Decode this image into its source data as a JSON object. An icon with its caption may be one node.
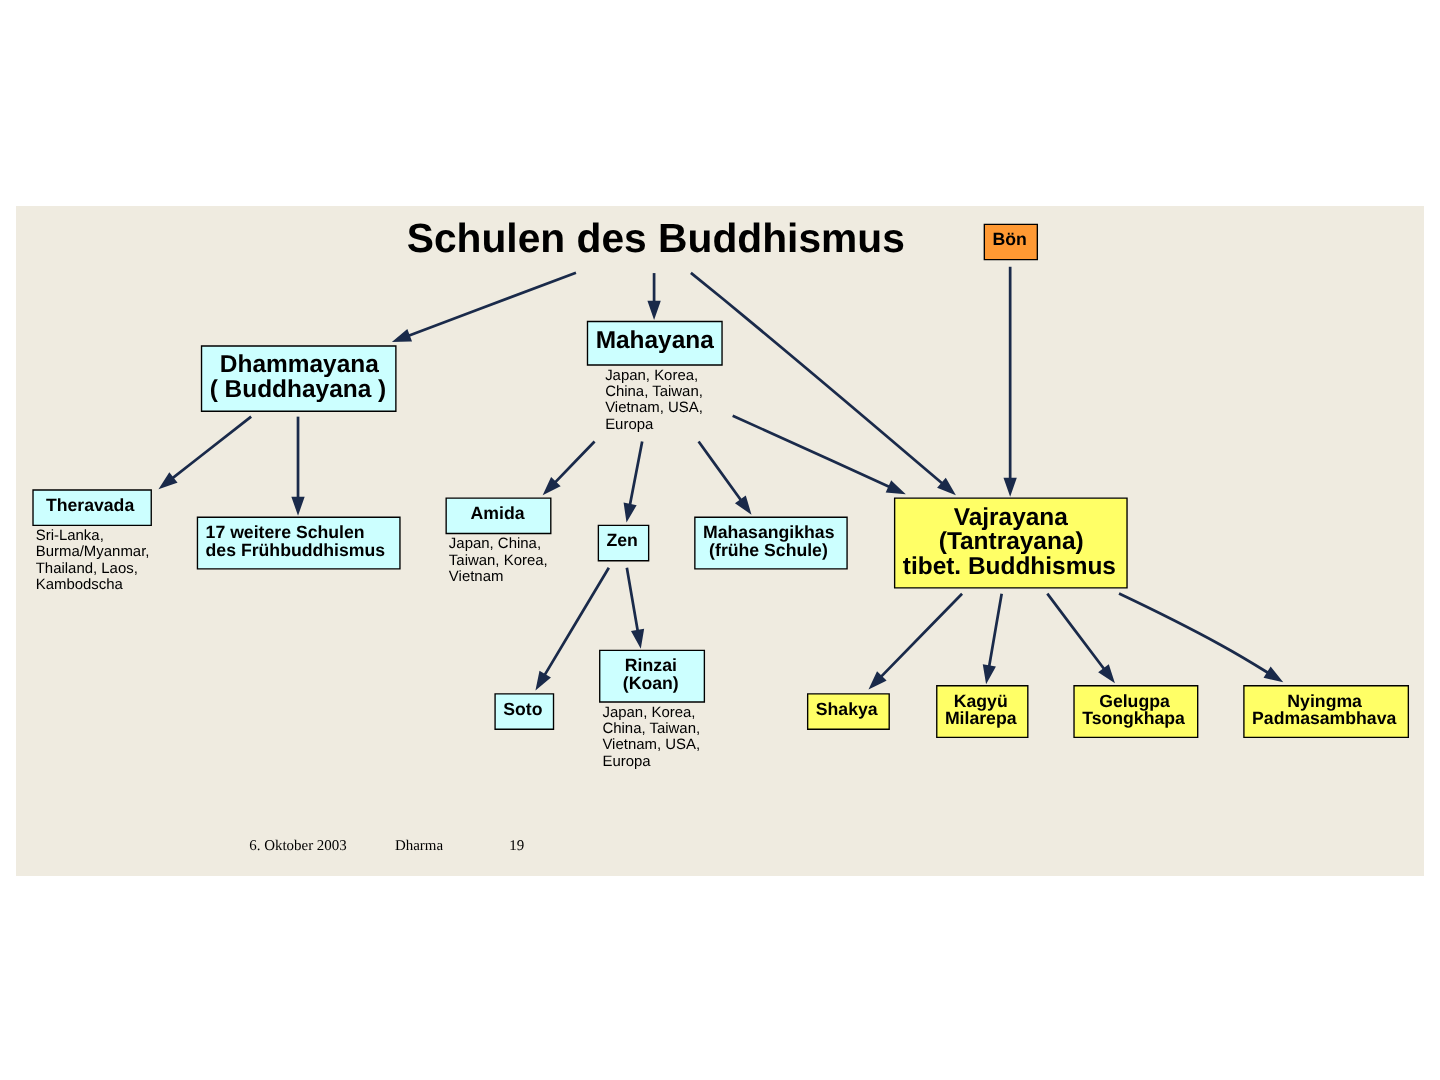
{
  "diagram": {
    "nodes": [
      {
        "text": [
          "Schulen des Buddhismus"
        ]
      },
      {
        "text": [
          "Bön"
        ]
      },
      {
        "text": [
          "Dhammayana",
          "( Buddhayana )"
        ]
      },
      {
        "text": [
          "Theravada"
        ],
        "beside": [
          "Sri-Lanka, Burma/Myanmar, Thailand, Laos, Kambodscha"
        ]
      },
      {
        "text": [
          "17 weitere Schulen des Frühbuddhismus"
        ]
      },
      {
        "text": [
          "Mahayana"
        ],
        "beside": [
          "Japan, Korea, China, Taiwan, Vietnam, USA, Europa"
        ]
      },
      {
        "text": [
          "Amida"
        ],
        "beside": [
          "Japan, China, Taiwan, Korea, Vietnam"
        ]
      },
      {
        "text": [
          "Zen"
        ]
      },
      {
        "text": [
          "Soto"
        ]
      },
      {
        "text": [
          "Rinzai",
          "(Koan)"
        ],
        "beside": [
          "Japan, Korea, China, Taiwan, Vietnam, USA, Europa"
        ]
      },
      {
        "text": [
          "Mahasangikhas",
          "(frühe Schule)"
        ]
      },
      {
        "text": [
          "Vajrayana",
          "(Tantrayana)",
          "tibet. Buddhismus"
        ]
      },
      {
        "text": [
          "Shakya"
        ]
      },
      {
        "text": [
          "Kagyü",
          "Milarepa"
        ]
      },
      {
        "text": [
          "Gelugpa",
          "Tsongkhapa"
        ]
      },
      {
        "text": [
          "Nyingma",
          "Padmasambhava"
        ]
      }
    ],
    "edges": [
      {
        "from": 0,
        "to": 2,
        "arrow": "to"
      },
      {
        "from": 0,
        "to": 5,
        "arrow": "to"
      },
      {
        "from": 0,
        "to": 11,
        "arrow": "to"
      },
      {
        "from": 1,
        "to": 11,
        "arrow": "to"
      },
      {
        "from": 2,
        "to": 3,
        "arrow": "to"
      },
      {
        "from": 2,
        "to": 4,
        "arrow": "to"
      },
      {
        "from": 5,
        "to": 6,
        "arrow": "to"
      },
      {
        "from": 5,
        "to": 7,
        "arrow": "to"
      },
      {
        "from": 5,
        "to": 10,
        "arrow": "to"
      },
      {
        "from": 5,
        "to": 11,
        "arrow": "to"
      },
      {
        "from": 7,
        "to": 8,
        "arrow": "to"
      },
      {
        "from": 7,
        "to": 9,
        "arrow": "to"
      },
      {
        "from": 11,
        "to": 12,
        "arrow": "to"
      },
      {
        "from": 11,
        "to": 13,
        "arrow": "to"
      },
      {
        "from": 11,
        "to": 14,
        "arrow": "to"
      },
      {
        "from": 11,
        "to": 15,
        "arrow": "to"
      }
    ],
    "labels": [
      "6. Oktober 2003",
      "Dharma",
      "19"
    ]
  }
}
